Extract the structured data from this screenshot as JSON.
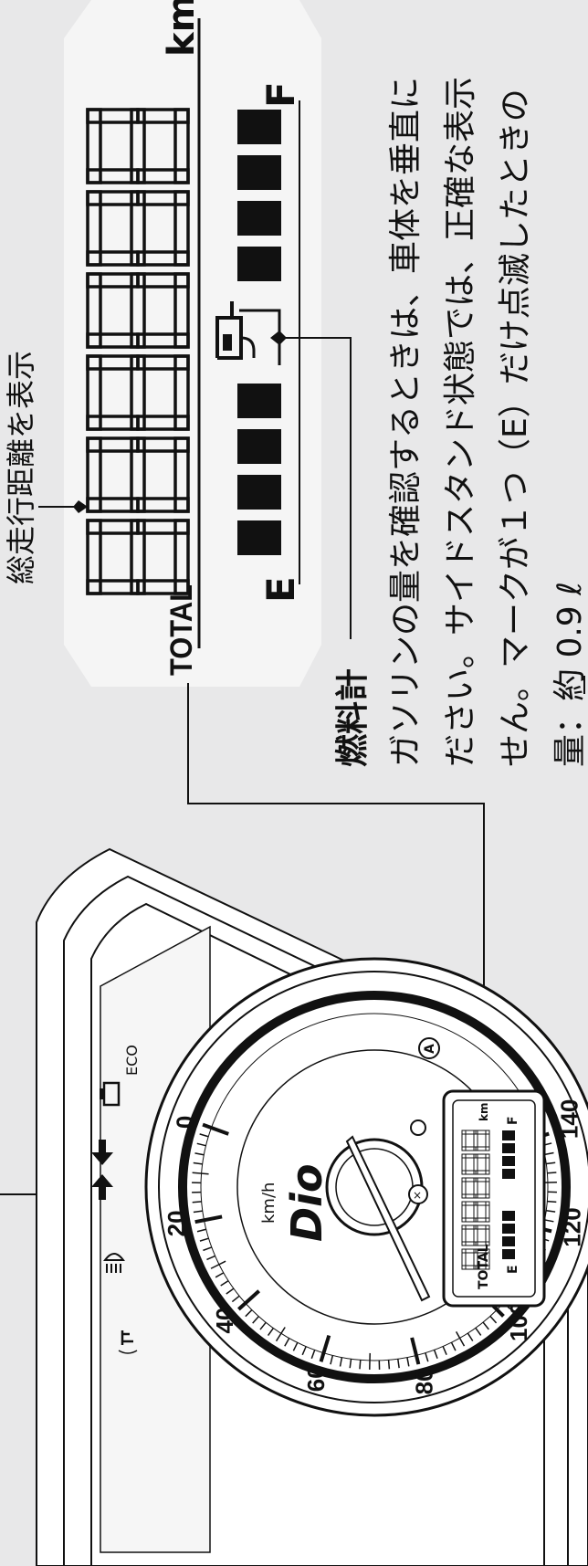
{
  "odometer_label": "総走行距離を表示",
  "lcd": {
    "total": "TOTAL",
    "digits": "888888",
    "unit": "km",
    "fuel_empty": "E",
    "fuel_full": "F"
  },
  "fuel_gauge_section": {
    "title": "燃料計",
    "body_lines": [
      "ガソリンの量を確認するときは、車体を垂直に",
      "ださい。サイドスタンド状態では、正確な表示",
      "せん。マークが１つ（E）だけ点滅したときの",
      "量：約 0.9 ℓ"
    ]
  },
  "meter": {
    "speed_ticks": [
      "0",
      "20",
      "40",
      "60",
      "80",
      "100",
      "120",
      "140"
    ],
    "speed_unit": "km/h",
    "logo": "Dio",
    "eco_indicator": "ECO",
    "auto_stop_symbol": "A"
  },
  "icons": [
    "headlight-high-beam-icon",
    "turn-signal-left-icon",
    "turn-signal-right-icon",
    "engine-check-icon",
    "immobilizer-icon",
    "fuel-pump-icon"
  ]
}
